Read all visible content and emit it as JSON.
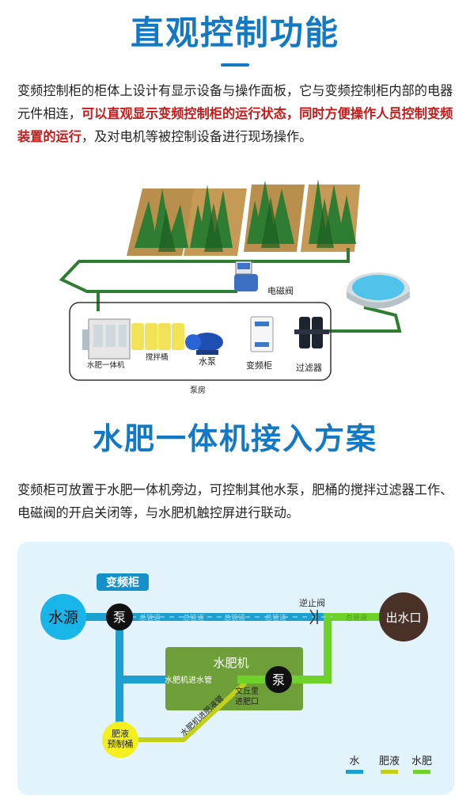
{
  "section1": {
    "title": "直观控制功能",
    "para_normal_1": "变频控制柜的柜体上设计有显示设备与操作面板，它与变频控制柜内部的电器元件相连，",
    "para_highlight": "可以直观显示变频控制柜的运行状态，同时方便操作人员控制变频装置的运行",
    "para_normal_2": "，及对电机等被控制设备进行现场操作。"
  },
  "illustration": {
    "labels": {
      "valve": "电磁阀",
      "machine": "水肥一体机",
      "tank": "搅拌桶",
      "pump": "水泵",
      "cabinet": "变频柜",
      "filter": "过滤器",
      "room": "泵房"
    }
  },
  "section2": {
    "title": "水肥一体机接入方案",
    "para": "变频柜可放置于水肥一体机旁边，可控制其他水泵，肥桶的搅拌过滤器工作、电磁阀的开启关闭等，与水肥机触控屏进行联动。"
  },
  "diagram": {
    "cabinet_tag": "变频柜",
    "source": "水源",
    "pump": "泵",
    "check_valve": "逆止阀",
    "outlet": "出水口",
    "main_pipe": "总管道",
    "machine": "水肥机",
    "machine_inlet": "水肥机进水管",
    "venturi_1": "文丘里",
    "venturi_2": "进肥口",
    "fert_tank_1": "肥液",
    "fert_tank_2": "预制桶",
    "fert_pipe": "水肥机进肥液管",
    "legend": [
      {
        "label": "水",
        "color": "#1d9fcf"
      },
      {
        "label": "肥液",
        "color": "#c4cf1a"
      },
      {
        "label": "水肥",
        "color": "#6fd22a"
      }
    ]
  }
}
